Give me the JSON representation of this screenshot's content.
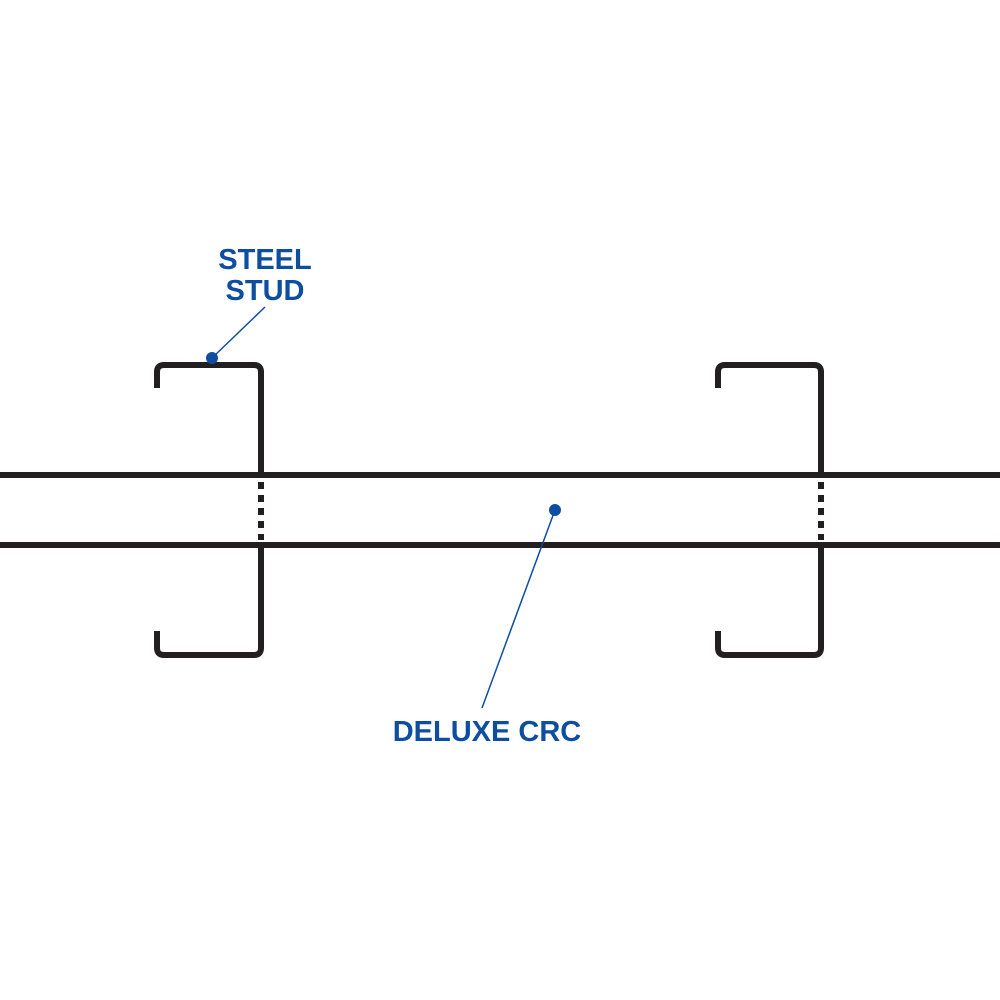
{
  "labels": {
    "steel_stud_line1": "STEEL",
    "steel_stud_line2": "STUD",
    "deluxe_crc": "DELUXE CRC"
  },
  "colors": {
    "line": "#231f20",
    "accent": "#0d4ea0"
  }
}
